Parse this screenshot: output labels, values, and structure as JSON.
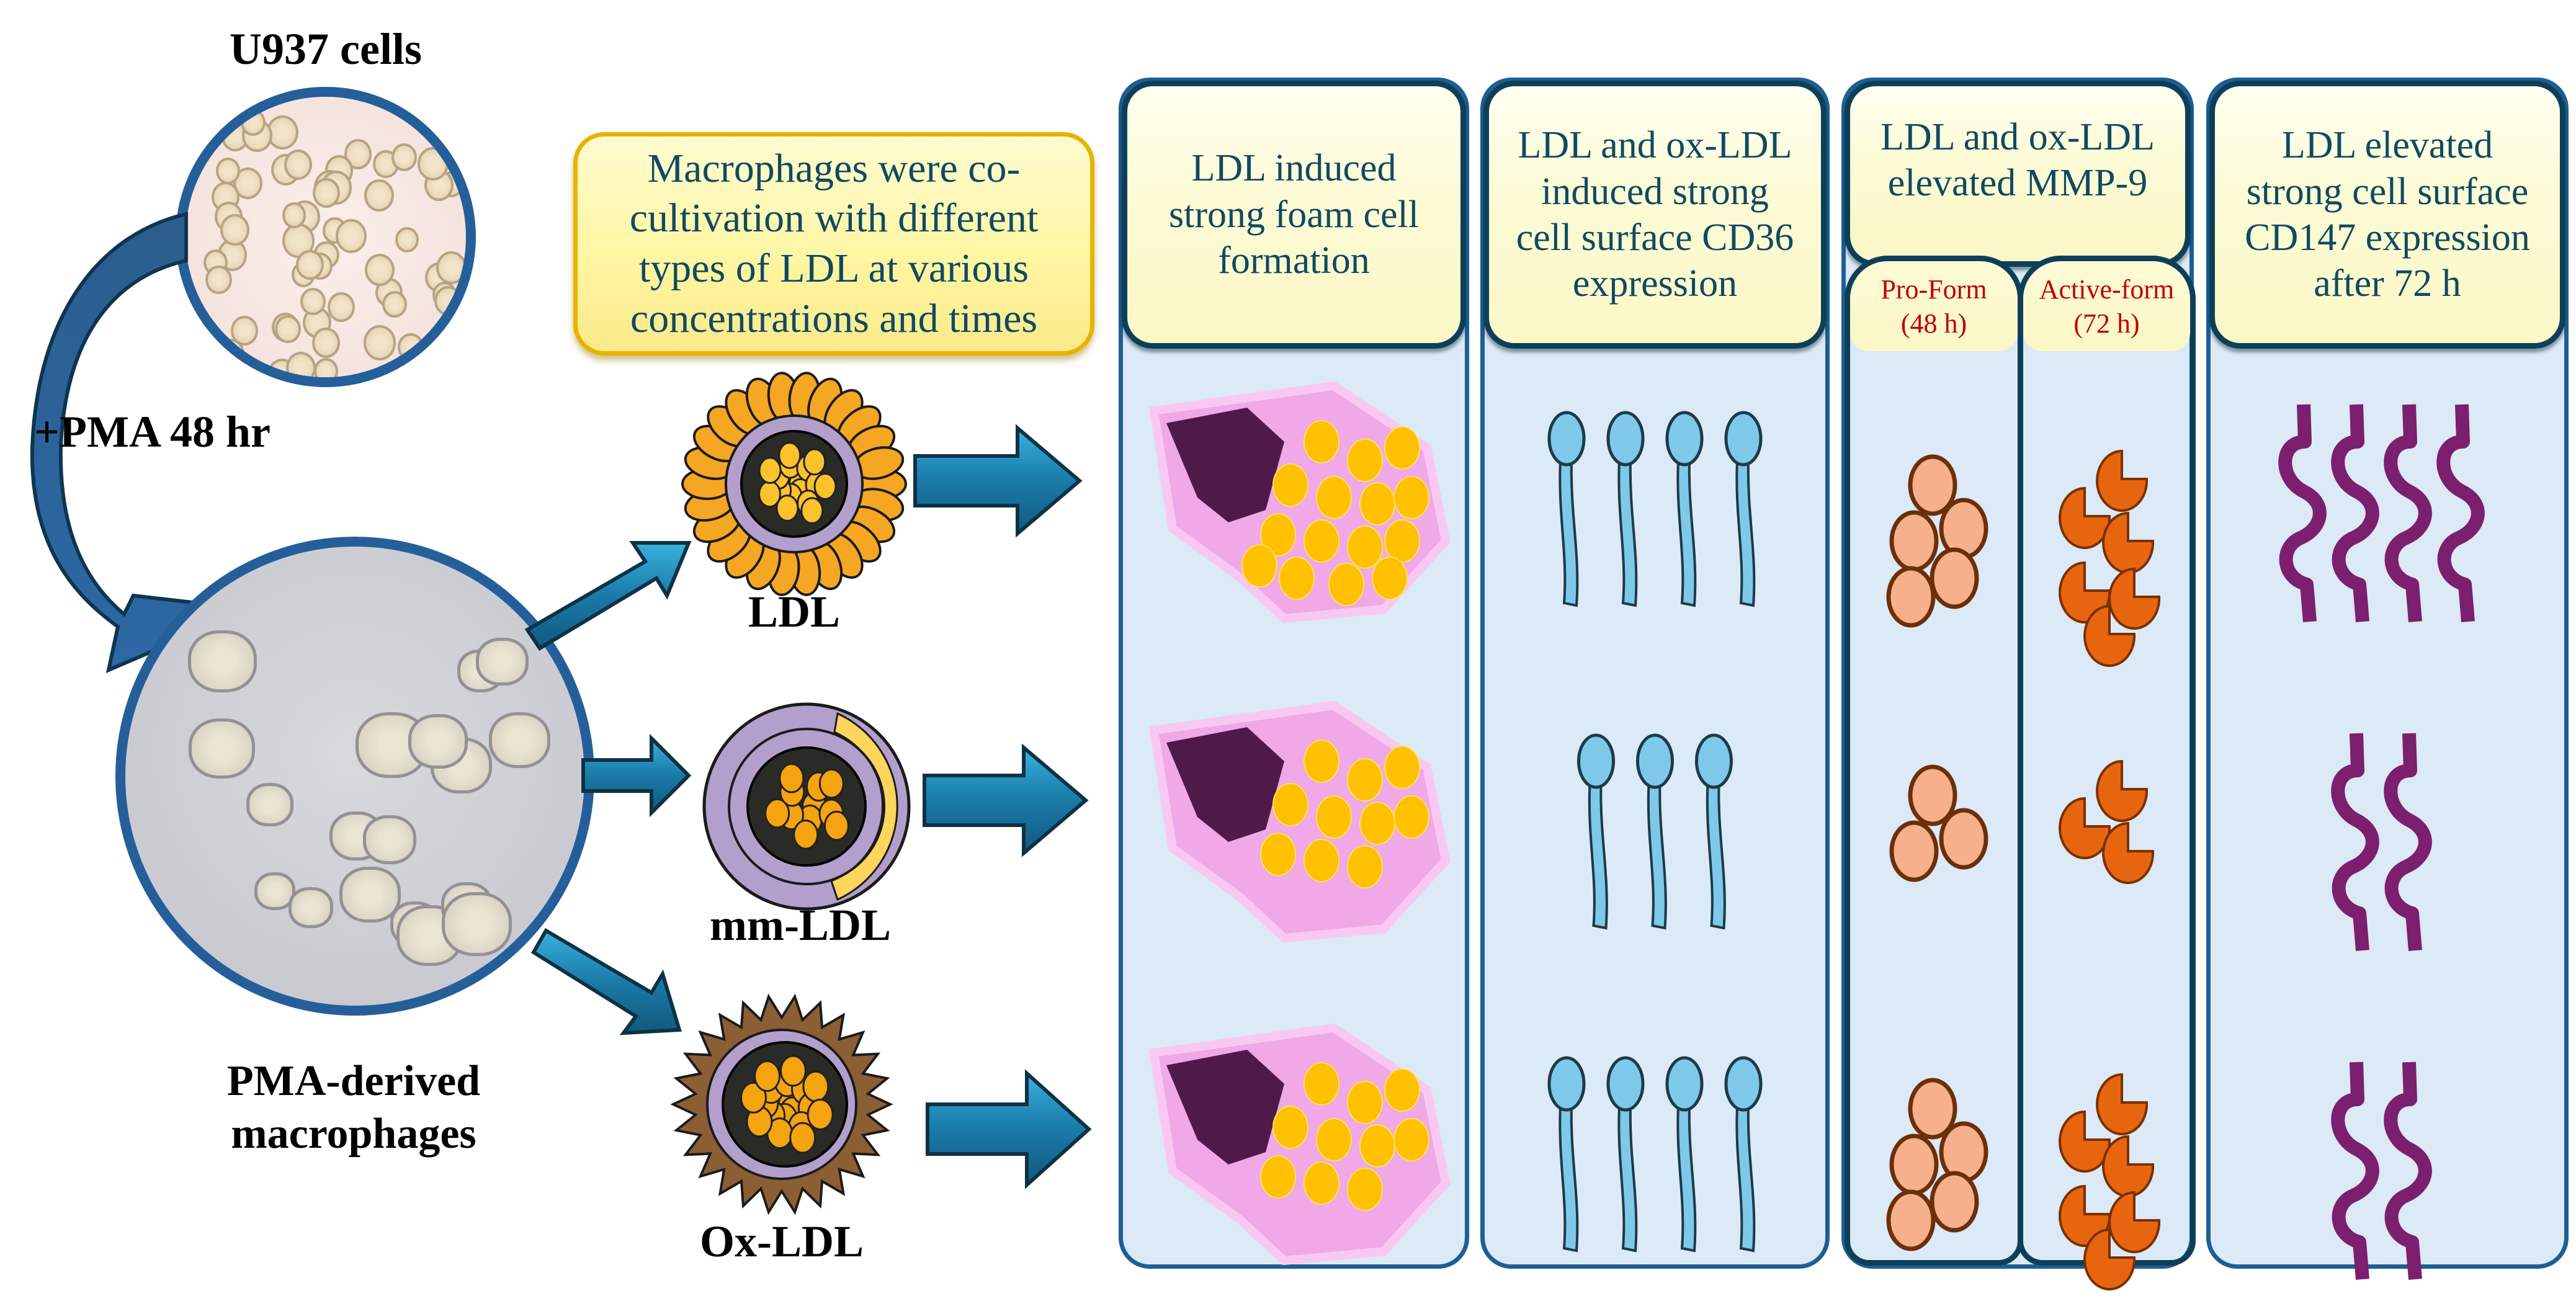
{
  "figure": {
    "u937_label": "U937 cells",
    "pma_label": "+PMA 48 hr",
    "macrophage_label_line1": "PMA-derived",
    "macrophage_label_line2": "macrophages",
    "cocultivation_box": {
      "lines": [
        "Macrophages were co-",
        "cultivation with different",
        "types of LDL at various",
        "concentrations and times"
      ]
    },
    "ldl_types": [
      {
        "label": "LDL",
        "shell": "phospholipid",
        "color": "#f5a623"
      },
      {
        "label": "mm-LDL",
        "shell": "minimally-modified",
        "color": "#b39fcc"
      },
      {
        "label": "Ox-LDL",
        "shell": "oxidized",
        "color": "#8b5e34"
      }
    ],
    "panels": [
      {
        "id": "foam-cell",
        "title_lines": [
          "LDL induced",
          "strong foam cell",
          "formation"
        ],
        "rows": [
          {
            "lipid_droplets": 15
          },
          {
            "lipid_droplets": 10
          },
          {
            "lipid_droplets": 10
          }
        ]
      },
      {
        "id": "cd36",
        "title_lines": [
          "LDL and ox-LDL",
          "induced strong",
          "cell surface CD36",
          "expression"
        ],
        "rows": [
          {
            "receptors": 4
          },
          {
            "receptors": 3
          },
          {
            "receptors": 4
          }
        ]
      },
      {
        "id": "mmp9",
        "title_lines": [
          "LDL and ox-LDL",
          "elevated MMP-9"
        ],
        "subcolumns": [
          {
            "label_line1": "Pro-Form",
            "label_line2": "(48 h)",
            "rows": [
              {
                "count": 5
              },
              {
                "count": 3
              },
              {
                "count": 5
              }
            ]
          },
          {
            "label_line1": "Active-form",
            "label_line2": "(72 h)",
            "rows": [
              {
                "count": 6
              },
              {
                "count": 3
              },
              {
                "count": 6
              }
            ]
          }
        ]
      },
      {
        "id": "cd147",
        "title_lines": [
          "LDL elevated",
          "strong cell surface",
          "CD147 expression",
          "after 72 h"
        ],
        "rows": [
          {
            "count": 4
          },
          {
            "count": 2
          },
          {
            "count": 2
          }
        ]
      }
    ],
    "colors": {
      "arrow_blue": "#1a7aa8",
      "panel_border": "#1d5f95",
      "panel_bg": "#dce9f6",
      "header_text": "#0f4a63",
      "mmp_label_red": "#c00000",
      "foam_cell_pink": "#f0a8e6",
      "nucleus": "#4f1a4a",
      "lipid_yellow": "#ffc000",
      "cd36_blue": "#7ec8ea",
      "pro_mmp_peach": "#f6b08c",
      "active_mmp_orange": "#e8650f",
      "cd147_purple": "#7b1f6e"
    }
  }
}
